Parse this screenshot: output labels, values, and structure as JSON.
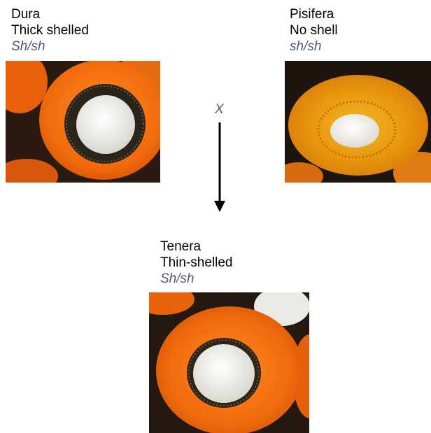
{
  "parents": {
    "dura": {
      "name": "Dura",
      "shell": "Thick shelled",
      "genotype": "Sh/sh",
      "image": "dura-fruit-cross-section"
    },
    "pisifera": {
      "name": "Pisifera",
      "shell": "No shell",
      "genotype": "sh/sh",
      "image": "pisifera-fruit-cross-section"
    }
  },
  "cross_symbol": "X",
  "offspring": {
    "tenera": {
      "name": "Tenera",
      "shell": "Thin-shelled",
      "genotype": "Sh/sh",
      "image": "tenera-fruit-cross-section"
    }
  },
  "colors": {
    "genotype_text": "#4e5a6e",
    "mesocarp_orange": "#f07010",
    "pisifera_yellow": "#eaa21a",
    "shell": "#2a2218",
    "kernel": "#eeeeea",
    "arrow": "#000000"
  }
}
